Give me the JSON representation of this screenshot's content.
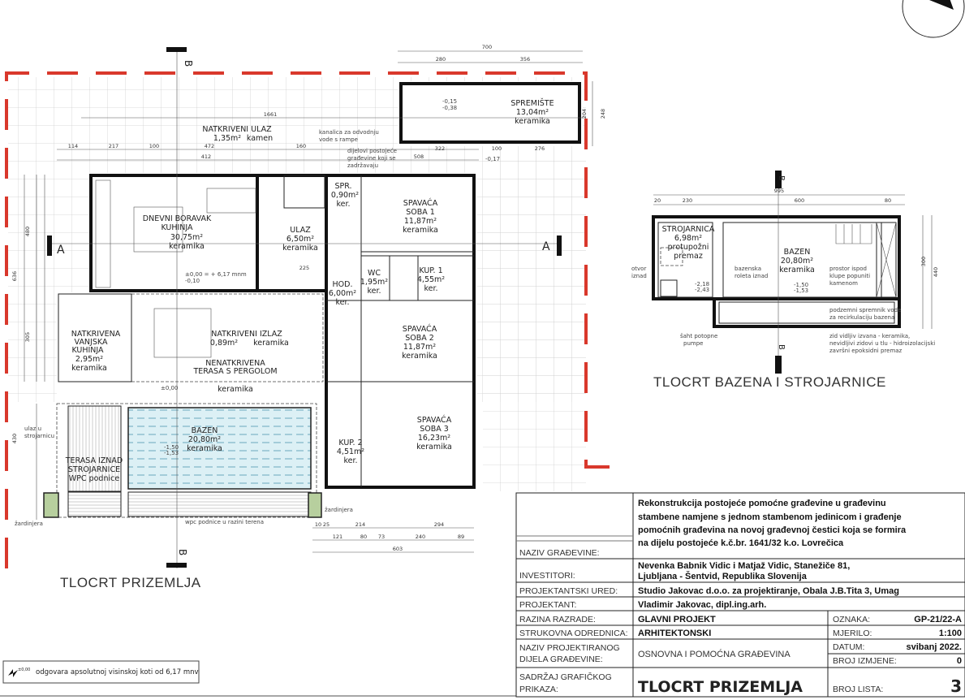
{
  "main_plan": {
    "title": "TLOCRT PRIZEMLJA",
    "rooms": [
      {
        "name": "DNEVNI BORAVAK",
        "name2": "KUHINJA",
        "area": "30,75m²",
        "floor": "keramika"
      },
      {
        "name": "NATKRIVENI ULAZ",
        "area": "1,35m²",
        "floor": "kamen"
      },
      {
        "name": "ULAZ",
        "area": "6,50m²",
        "floor": "keramika"
      },
      {
        "name": "SPR.",
        "area": "0,90m²",
        "floor": "ker."
      },
      {
        "name": "SPAVAĆA",
        "name2": "SOBA 1",
        "area": "11,87m²",
        "floor": "keramika"
      },
      {
        "name": "WC",
        "area": "1,95m²",
        "floor": "ker."
      },
      {
        "name": "KUP. 1",
        "area": "4,55m²",
        "floor": "ker."
      },
      {
        "name": "HOD.",
        "area": "6,00m²",
        "floor": "ker."
      },
      {
        "name": "SPAVAĆA",
        "name2": "SOBA 2",
        "area": "11,87m²",
        "floor": "keramika"
      },
      {
        "name": "NATKRIVENA",
        "name2": "VANJSKA",
        "name3": "KUHINJA",
        "area": "2,95m²",
        "floor": "keramika"
      },
      {
        "name": "NATKRIVENI IZLAZ",
        "area": "0,89m²",
        "floor": "keramika"
      },
      {
        "name": "NENATKRIVENA",
        "name2": "TERASA S PERGOLOM",
        "floor": "keramika"
      },
      {
        "name": "BAZEN",
        "area": "20,80m²",
        "floor": "keramika"
      },
      {
        "name": "TERASA IZNAD",
        "name2": "STROJARNICE",
        "name3": "WPC podnice"
      },
      {
        "name": "KUP. 2",
        "area": "4,51m²",
        "floor": "ker."
      },
      {
        "name": "SPAVAĆA",
        "name2": "SOBA 3",
        "area": "16,23m²",
        "floor": "keramika"
      },
      {
        "name": "SPREMIŠTE",
        "area": "13,04m²",
        "floor": "keramika"
      }
    ],
    "notes": {
      "kanalica": "kanalica za odvodnju",
      "kanalica2": "vode s rampe",
      "dijelovi": "dijelovi postojeće",
      "dijelovi2": "građevine koji se",
      "dijelovi3": "zadržavaju",
      "ulaz_strojarnica": "ulaz u",
      "ulaz_strojarnica2": "strojarnicu",
      "zardinjera_left": "žardinjera",
      "zardinjera_right": "žardinjera",
      "wpc": "wpc podnice u razini terena",
      "elev_living": "±0,00 = + 6,17 mnm",
      "elev_living2": "-0,10",
      "elev_terrace": "±0,00",
      "elev_store": "-0,15",
      "elev_store2": "-0,38",
      "elev_entry": "-0,17",
      "elev_pool": "-1,50",
      "elev_pool2": "-1,53"
    },
    "section_labels": {
      "a": "A",
      "b": "B"
    },
    "dims": [
      "700",
      "280",
      "356",
      "1661",
      "114",
      "217",
      "100",
      "472",
      "160",
      "412",
      "508",
      "322",
      "100",
      "276",
      "248",
      "204",
      "480",
      "636",
      "305",
      "430",
      "10",
      "25",
      "214",
      "294",
      "121",
      "80",
      "73",
      "240",
      "89",
      "603",
      "225"
    ]
  },
  "pool_plan": {
    "title": "TLOCRT BAZENA I STROJARNICE",
    "rooms": [
      {
        "name": "STROJARNICA",
        "area": "6,98m²",
        "floor": "protupožni",
        "floor2": "premaz"
      },
      {
        "name": "BAZEN",
        "area": "20,80m²",
        "floor": "keramika"
      }
    ],
    "notes": {
      "otvor": "otvor",
      "otvor2": "iznad",
      "roleta": "bazenska",
      "roleta2": "roleta iznad",
      "prostor": "prostor ispod",
      "prostor2": "klupe popuniti",
      "prostor3": "kamenom",
      "spremnik": "podzemni spremnik vode",
      "spremnik2": "za recirkulaciju bazena",
      "saht": "šaht potopne",
      "saht2": "pumpe",
      "zid": "zid vidljiv izvana - keramika,",
      "zid2": "nevidljivi zidovi u tlu - hidroizolacijski",
      "zid3": "završni epoksidni premaz",
      "elev1": "-2,18",
      "elev2": "-2,43",
      "elev3": "-1,50",
      "elev4": "-1,53"
    },
    "dims": [
      "995",
      "20",
      "230",
      "600",
      "80",
      "300",
      "440"
    ],
    "section_label": "B"
  },
  "legend_note": {
    "mark": "±0,00",
    "text": "odgovara apsolutnoj visinskoj koti od 6,17 mnv"
  },
  "title_block": {
    "naziv_label": "NAZIV GRAĐEVINE:",
    "naziv_lines": [
      "Rekonstrukcija postojeće pomoćne građevine u građevinu",
      "stambene namjene s jednom stambenom jedinicom i građenje",
      "pomoćnih građevina na novoj građevnoj čestici koja se formira",
      "na dijelu postojeće k.č.br. 1641/32 k.o. Lovrečica"
    ],
    "investitori_label": "INVESTITORI:",
    "investitori_lines": [
      "Nevenka Babnik Vidic i Matjaž Vidic, Stanežiče 81,",
      "Ljubljana - Šentvid, Republika Slovenija"
    ],
    "ured_label": "PROJEKTANTSKI URED:",
    "ured": "Studio Jakovac d.o.o. za projektiranje, Obala J.B.Tita 3, Umag",
    "projektant_label": "PROJEKTANT:",
    "projektant": "Vladimir Jakovac, dipl.ing.arh.",
    "razina_label": "RAZINA RAZRADE:",
    "razina": "GLAVNI PROJEKT",
    "strukovna_label": "STRUKOVNA ODREDNICA:",
    "strukovna": "ARHITEKTONSKI",
    "dio_label1": "NAZIV PROJEKTIRANOG",
    "dio_label2": "DIJELA GRAĐEVINE:",
    "dio": "OSNOVNA I POMOĆNA GRAĐEVINA",
    "sadrzaj_label1": "SADRŽAJ GRAFIČKOG",
    "sadrzaj_label2": "PRIKAZA:",
    "sadrzaj": "TLOCRT PRIZEMLJA",
    "oznaka_label": "OZNAKA:",
    "oznaka": "GP-21/22-A",
    "mjerilo_label": "MJERILO:",
    "mjerilo": "1:100",
    "datum_label": "DATUM:",
    "datum": "svibanj 2022.",
    "izmjene_label": "BROJ IZMJENE:",
    "izmjene": "0",
    "lista_label": "BROJ LISTA:",
    "lista": "3"
  },
  "colors": {
    "boundary": "#d9382c",
    "pool_water": "#d9eef4",
    "planter": "#b7cf9e",
    "grid": "#cfcfcf"
  }
}
